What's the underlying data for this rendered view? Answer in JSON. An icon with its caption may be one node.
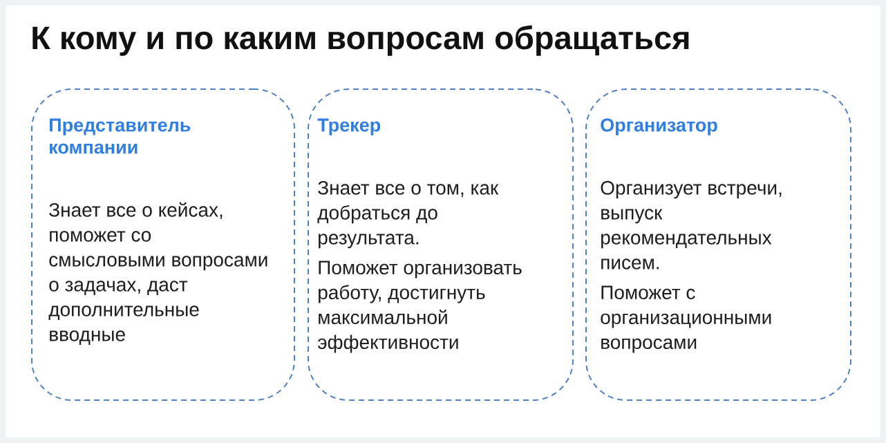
{
  "diagram": {
    "title": "К кому и по каким вопросам обращаться",
    "nodes": [
      {
        "text": [
          "Представитель компании",
          "Знает все о кейсах, поможет со смысловыми вопросами о задачах, даст дополнительные вводные"
        ]
      },
      {
        "text": [
          "Трекер",
          "Знает все о том, как добраться до результата.",
          "Поможет организовать работу, достигнуть максимальной эффективности"
        ]
      },
      {
        "text": [
          "Организатор",
          "Организует встречи, выпуск рекомендательных писем.",
          "Поможет с организационными вопросами"
        ]
      }
    ]
  }
}
